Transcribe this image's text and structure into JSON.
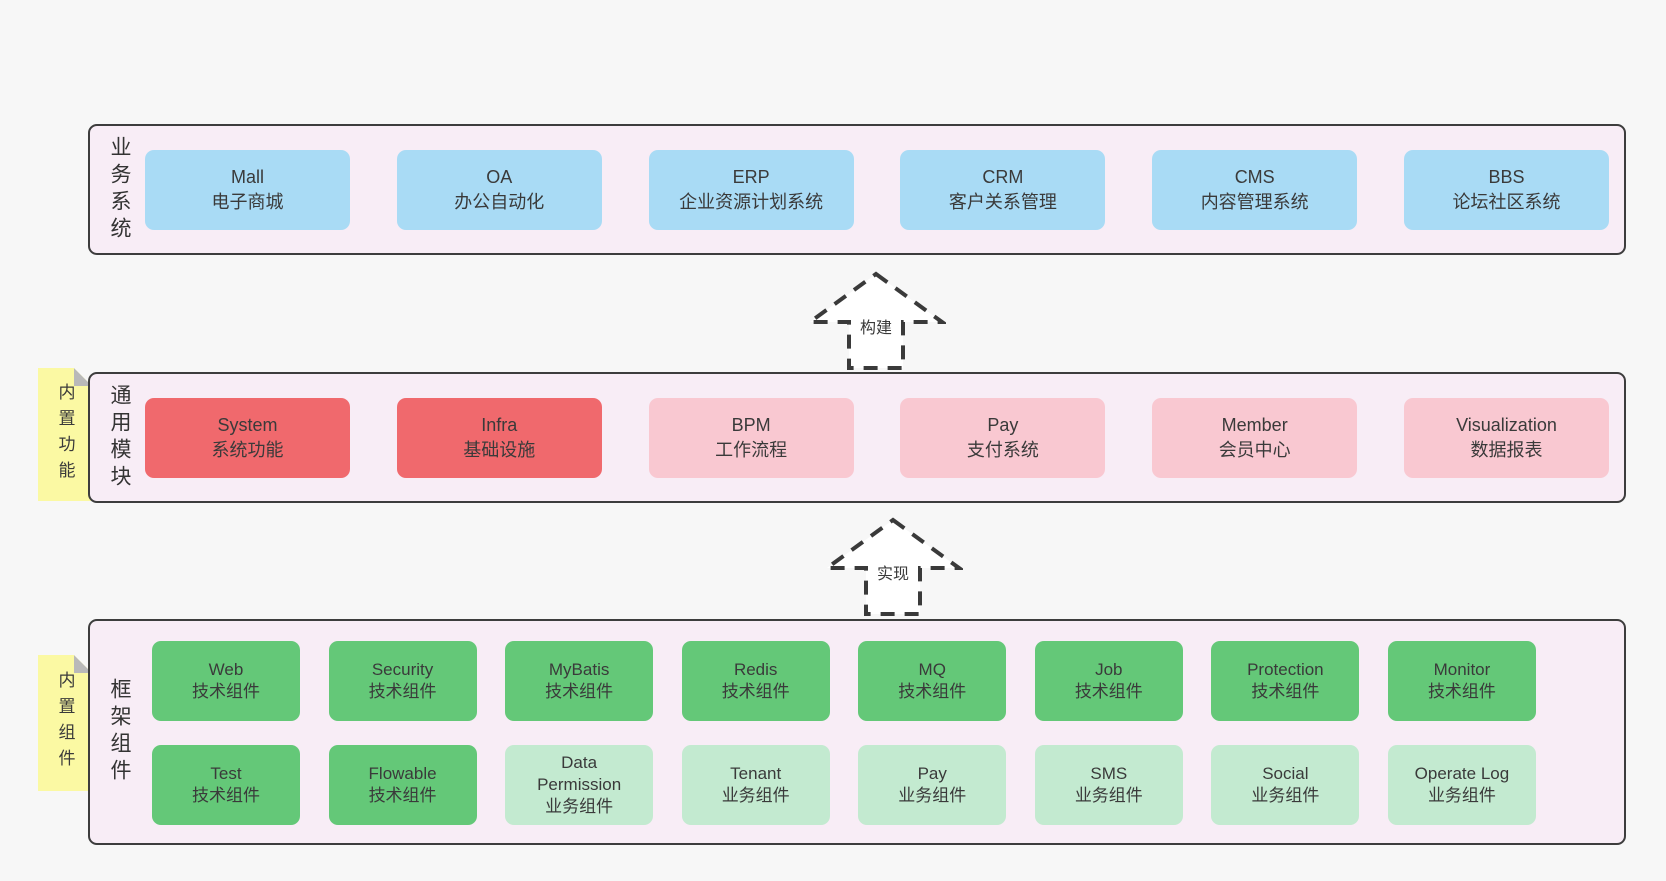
{
  "bands": [
    {
      "label": "业务系统",
      "boxes": [
        {
          "title": "Mall",
          "subtitle": "电子商城"
        },
        {
          "title": "OA",
          "subtitle": "办公自动化"
        },
        {
          "title": "ERP",
          "subtitle": "企业资源计划系统"
        },
        {
          "title": "CRM",
          "subtitle": "客户关系管理"
        },
        {
          "title": "CMS",
          "subtitle": "内容管理系统"
        },
        {
          "title": "BBS",
          "subtitle": "论坛社区系统"
        }
      ]
    },
    {
      "label": "通用模块",
      "sticky": "内置功能",
      "boxes": [
        {
          "title": "System",
          "subtitle": "系统功能"
        },
        {
          "title": "Infra",
          "subtitle": "基础设施"
        },
        {
          "title": "BPM",
          "subtitle": "工作流程"
        },
        {
          "title": "Pay",
          "subtitle": "支付系统"
        },
        {
          "title": "Member",
          "subtitle": "会员中心"
        },
        {
          "title": "Visualization",
          "subtitle": "数据报表"
        }
      ]
    },
    {
      "label": "框架组件",
      "sticky": "内置组件",
      "rows": [
        [
          {
            "title": "Web",
            "subtitle": "技术组件"
          },
          {
            "title": "Security",
            "subtitle": "技术组件"
          },
          {
            "title": "MyBatis",
            "subtitle": "技术组件"
          },
          {
            "title": "Redis",
            "subtitle": "技术组件"
          },
          {
            "title": "MQ",
            "subtitle": "技术组件"
          },
          {
            "title": "Job",
            "subtitle": "技术组件"
          },
          {
            "title": "Protection",
            "subtitle": "技术组件"
          },
          {
            "title": "Monitor",
            "subtitle": "技术组件"
          }
        ],
        [
          {
            "title": "Test",
            "subtitle": "技术组件"
          },
          {
            "title": "Flowable",
            "subtitle": "技术组件"
          },
          {
            "title": "Data Permission",
            "subtitle": "业务组件"
          },
          {
            "title": "Tenant",
            "subtitle": "业务组件"
          },
          {
            "title": "Pay",
            "subtitle": "业务组件"
          },
          {
            "title": "SMS",
            "subtitle": "业务组件"
          },
          {
            "title": "Social",
            "subtitle": "业务组件"
          },
          {
            "title": "Operate Log",
            "subtitle": "业务组件"
          }
        ]
      ]
    }
  ],
  "arrows": [
    {
      "label": "构建"
    },
    {
      "label": "实现"
    }
  ],
  "colors": {
    "canvas_bg": "#f7f7f7",
    "band_bg": "#f8edf6",
    "band_border": "#3d3d3d",
    "business_box": "#a9dbf5",
    "core_module_box": "#f0696d",
    "optional_module_box": "#f9c8d1",
    "tech_component_box": "#64c878",
    "biz_component_box": "#c3ead0",
    "sticky_note": "#fbf9a3",
    "text": "#3a3a3a"
  }
}
